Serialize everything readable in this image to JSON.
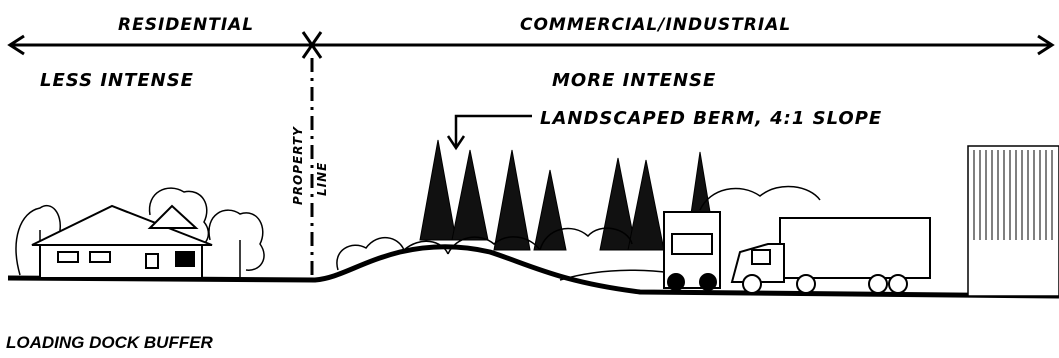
{
  "zones": {
    "left_label": "RESIDENTIAL",
    "right_label": "COMMERCIAL/INDUSTRIAL"
  },
  "intensity": {
    "left": "LESS INTENSE",
    "right": "MORE INTENSE"
  },
  "property_line": {
    "line1": "PROPERTY",
    "line2": "LINE"
  },
  "berm_label": "LANDSCAPED BERM, 4:1 SLOPE",
  "caption": "LOADING DOCK BUFFER"
}
